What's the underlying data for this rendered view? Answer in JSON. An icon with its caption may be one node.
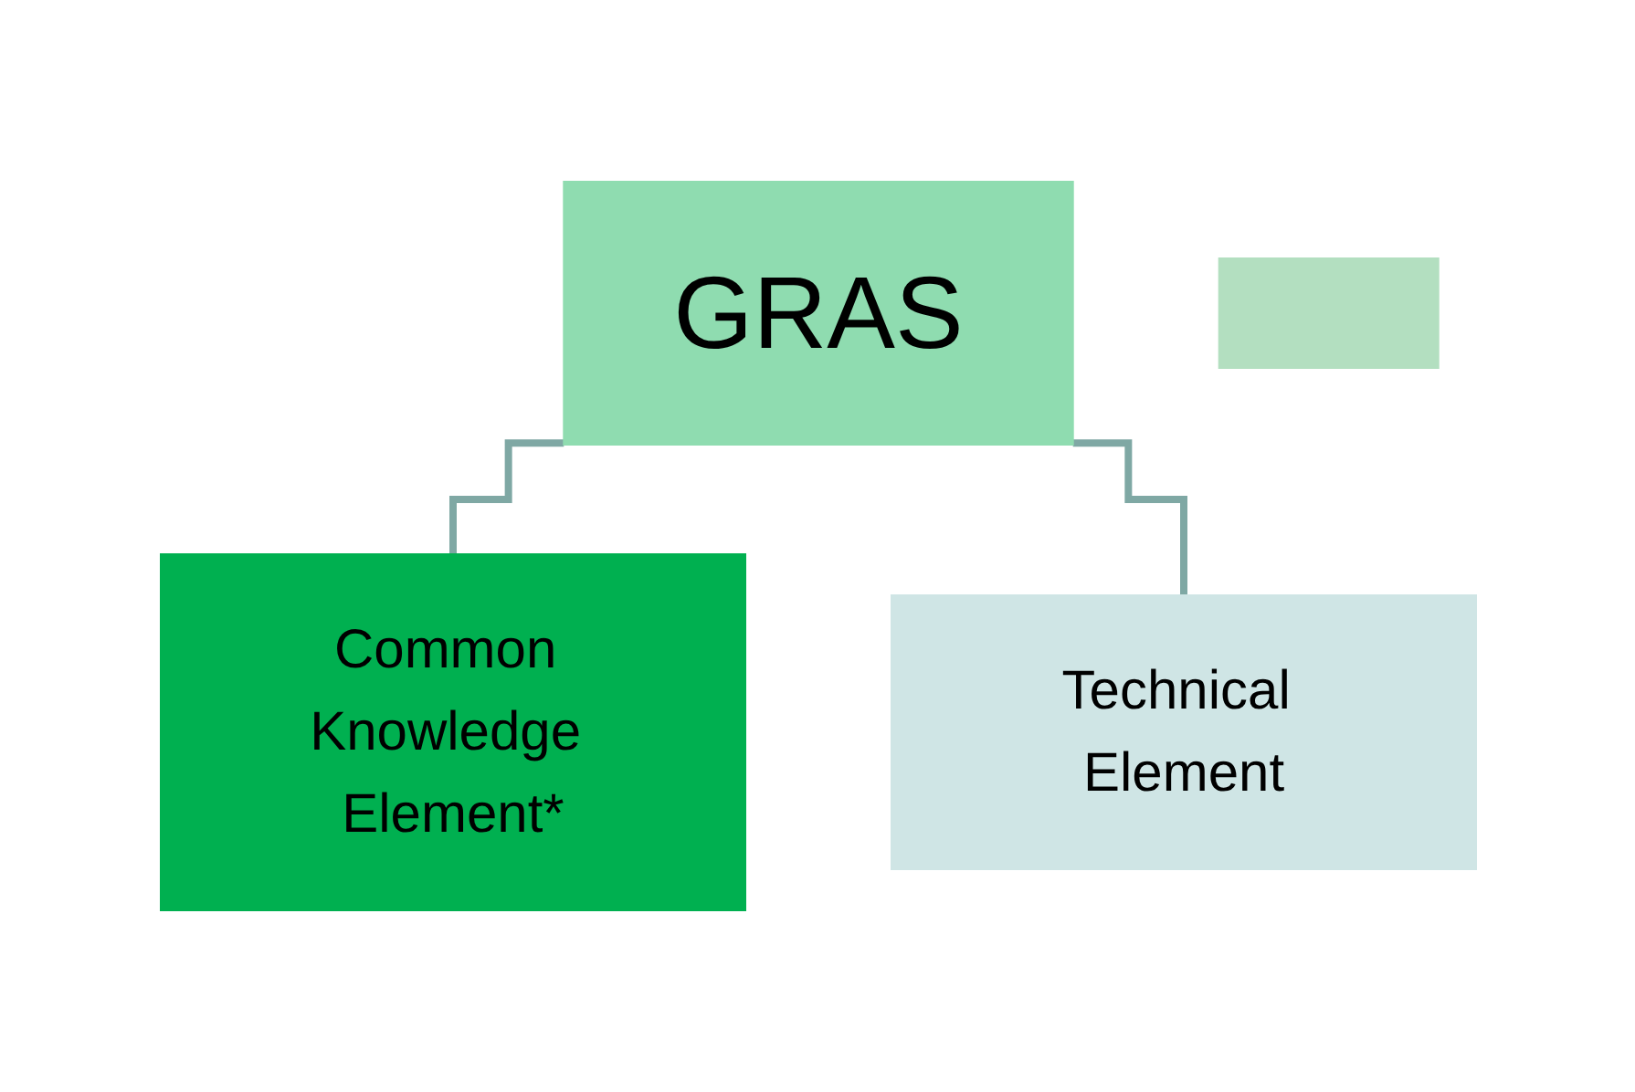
{
  "diagram": {
    "nodes": [
      {
        "text": [
          "GRAS"
        ]
      },
      {
        "text": [],
        "shape": "box"
      },
      {
        "text": [
          "Common Knowledge Element*"
        ]
      },
      {
        "text": [
          "Technical Element"
        ]
      }
    ],
    "edges": [
      {
        "from": 0,
        "to": 2,
        "arrow": "none"
      },
      {
        "from": 0,
        "to": 3,
        "arrow": "none"
      }
    ]
  }
}
